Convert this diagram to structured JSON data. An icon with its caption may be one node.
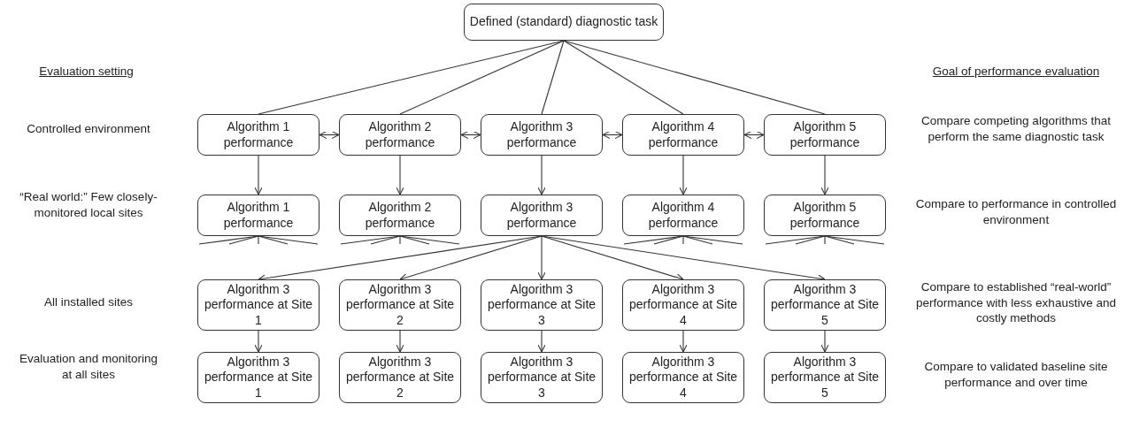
{
  "diagram": {
    "nodes": [
      {
        "text": [
          "Defined (standard) diagnostic task"
        ]
      },
      {
        "text": [
          "Algorithm 1 performance"
        ]
      },
      {
        "text": [
          "Algorithm 2 performance"
        ]
      },
      {
        "text": [
          "Algorithm 3 performance"
        ]
      },
      {
        "text": [
          "Algorithm 4 performance"
        ]
      },
      {
        "text": [
          "Algorithm 5 performance"
        ]
      },
      {
        "text": [
          "Algorithm 1 performance"
        ]
      },
      {
        "text": [
          "Algorithm 2 performance"
        ]
      },
      {
        "text": [
          "Algorithm 3 performance"
        ]
      },
      {
        "text": [
          "Algorithm 4 performance"
        ]
      },
      {
        "text": [
          "Algorithm 5 performance"
        ]
      },
      {
        "text": [
          "Algorithm 3 performance at Site 1"
        ]
      },
      {
        "text": [
          "Algorithm 3 performance at Site 2"
        ]
      },
      {
        "text": [
          "Algorithm 3 performance at Site 3"
        ]
      },
      {
        "text": [
          "Algorithm 3 performance at Site 4"
        ]
      },
      {
        "text": [
          "Algorithm 3 performance at Site 5"
        ]
      },
      {
        "text": [
          "Algorithm 3 performance at Site 1"
        ]
      },
      {
        "text": [
          "Algorithm 3 performance at Site 2"
        ]
      },
      {
        "text": [
          "Algorithm 3 performance at Site 3"
        ]
      },
      {
        "text": [
          "Algorithm 3 performance at Site 4"
        ]
      },
      {
        "text": [
          "Algorithm 3 performance at Site 5"
        ]
      }
    ],
    "edges": [
      {
        "from": 0,
        "to": 1,
        "arrow": "none"
      },
      {
        "from": 0,
        "to": 2,
        "arrow": "none"
      },
      {
        "from": 0,
        "to": 3,
        "arrow": "none"
      },
      {
        "from": 0,
        "to": 4,
        "arrow": "none"
      },
      {
        "from": 0,
        "to": 5,
        "arrow": "none"
      },
      {
        "from": 1,
        "to": 2,
        "arrow": "both"
      },
      {
        "from": 2,
        "to": 3,
        "arrow": "both"
      },
      {
        "from": 3,
        "to": 4,
        "arrow": "both"
      },
      {
        "from": 4,
        "to": 5,
        "arrow": "both"
      },
      {
        "from": 1,
        "to": 6,
        "arrow": "to"
      },
      {
        "from": 2,
        "to": 7,
        "arrow": "to"
      },
      {
        "from": 3,
        "to": 8,
        "arrow": "to"
      },
      {
        "from": 4,
        "to": 9,
        "arrow": "to"
      },
      {
        "from": 5,
        "to": 10,
        "arrow": "to"
      },
      {
        "from": 6,
        "to": null,
        "arrow": "none"
      },
      {
        "from": 6,
        "to": null,
        "arrow": "none"
      },
      {
        "from": 6,
        "to": null,
        "arrow": "none"
      },
      {
        "from": 6,
        "to": null,
        "arrow": "none"
      },
      {
        "from": 6,
        "to": null,
        "arrow": "none"
      },
      {
        "from": 7,
        "to": null,
        "arrow": "none"
      },
      {
        "from": 7,
        "to": null,
        "arrow": "none"
      },
      {
        "from": 7,
        "to": null,
        "arrow": "none"
      },
      {
        "from": 7,
        "to": null,
        "arrow": "none"
      },
      {
        "from": 7,
        "to": null,
        "arrow": "none"
      },
      {
        "from": 9,
        "to": null,
        "arrow": "none"
      },
      {
        "from": 9,
        "to": null,
        "arrow": "none"
      },
      {
        "from": 9,
        "to": null,
        "arrow": "none"
      },
      {
        "from": 9,
        "to": null,
        "arrow": "none"
      },
      {
        "from": 9,
        "to": null,
        "arrow": "none"
      },
      {
        "from": 10,
        "to": null,
        "arrow": "none"
      },
      {
        "from": 10,
        "to": null,
        "arrow": "none"
      },
      {
        "from": 10,
        "to": null,
        "arrow": "none"
      },
      {
        "from": 10,
        "to": null,
        "arrow": "none"
      },
      {
        "from": 10,
        "to": null,
        "arrow": "none"
      },
      {
        "from": 8,
        "to": 11,
        "arrow": "to"
      },
      {
        "from": 8,
        "to": 12,
        "arrow": "to"
      },
      {
        "from": 8,
        "to": 13,
        "arrow": "to"
      },
      {
        "from": 8,
        "to": 14,
        "arrow": "to"
      },
      {
        "from": 8,
        "to": 15,
        "arrow": "to"
      },
      {
        "from": 11,
        "to": 16,
        "arrow": "to"
      },
      {
        "from": 12,
        "to": 17,
        "arrow": "to"
      },
      {
        "from": 13,
        "to": 18,
        "arrow": "to"
      },
      {
        "from": 14,
        "to": 19,
        "arrow": "to"
      },
      {
        "from": 15,
        "to": 20,
        "arrow": "to"
      }
    ],
    "labels": [
      "Evaluation setting",
      "Goal of performance evaluation",
      "Controlled environment",
      "Compare competing algorithms that perform the same diagnostic task",
      "“Real world:” Few closely-monitored local sites",
      "Compare to performance in controlled environment",
      "All installed sites",
      "Compare to established “real-world” performance with less exhaustive and costly methods",
      "Evaluation and monitoring at all sites",
      "Compare to validated baseline site performance and over time"
    ]
  }
}
